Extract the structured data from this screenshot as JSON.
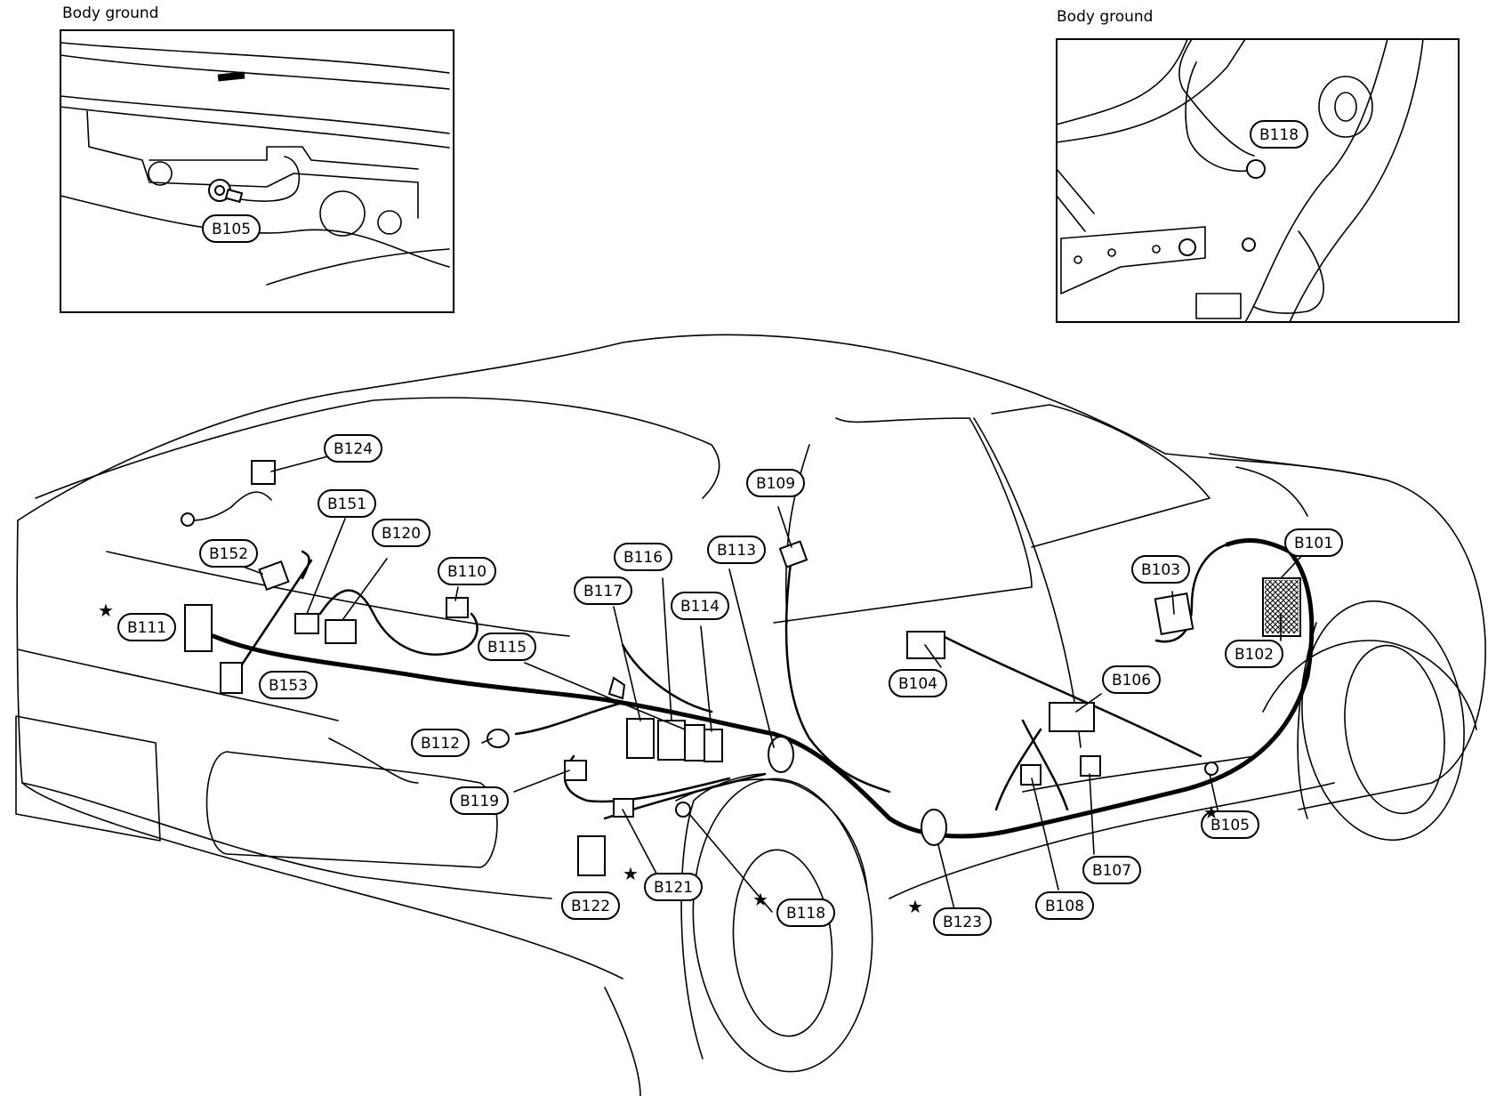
{
  "insets": {
    "left_title": "Body ground",
    "right_title": "Body ground",
    "left_label": "B105",
    "right_label": "B118"
  },
  "connectors": [
    {
      "id": "B101",
      "star": false
    },
    {
      "id": "B102",
      "star": false
    },
    {
      "id": "B103",
      "star": false
    },
    {
      "id": "B104",
      "star": false
    },
    {
      "id": "B105",
      "star": true
    },
    {
      "id": "B106",
      "star": false
    },
    {
      "id": "B107",
      "star": false
    },
    {
      "id": "B108",
      "star": false
    },
    {
      "id": "B109",
      "star": false
    },
    {
      "id": "B110",
      "star": false
    },
    {
      "id": "B111",
      "star": true
    },
    {
      "id": "B112",
      "star": false
    },
    {
      "id": "B113",
      "star": false
    },
    {
      "id": "B114",
      "star": false
    },
    {
      "id": "B115",
      "star": false
    },
    {
      "id": "B116",
      "star": false
    },
    {
      "id": "B117",
      "star": false
    },
    {
      "id": "B118",
      "star": true
    },
    {
      "id": "B119",
      "star": false
    },
    {
      "id": "B120",
      "star": false
    },
    {
      "id": "B121",
      "star": true
    },
    {
      "id": "B122",
      "star": false
    },
    {
      "id": "B123",
      "star": true
    },
    {
      "id": "B124",
      "star": false
    },
    {
      "id": "B151",
      "star": false
    },
    {
      "id": "B152",
      "star": false
    },
    {
      "id": "B153",
      "star": false
    }
  ],
  "star_symbol": "★"
}
